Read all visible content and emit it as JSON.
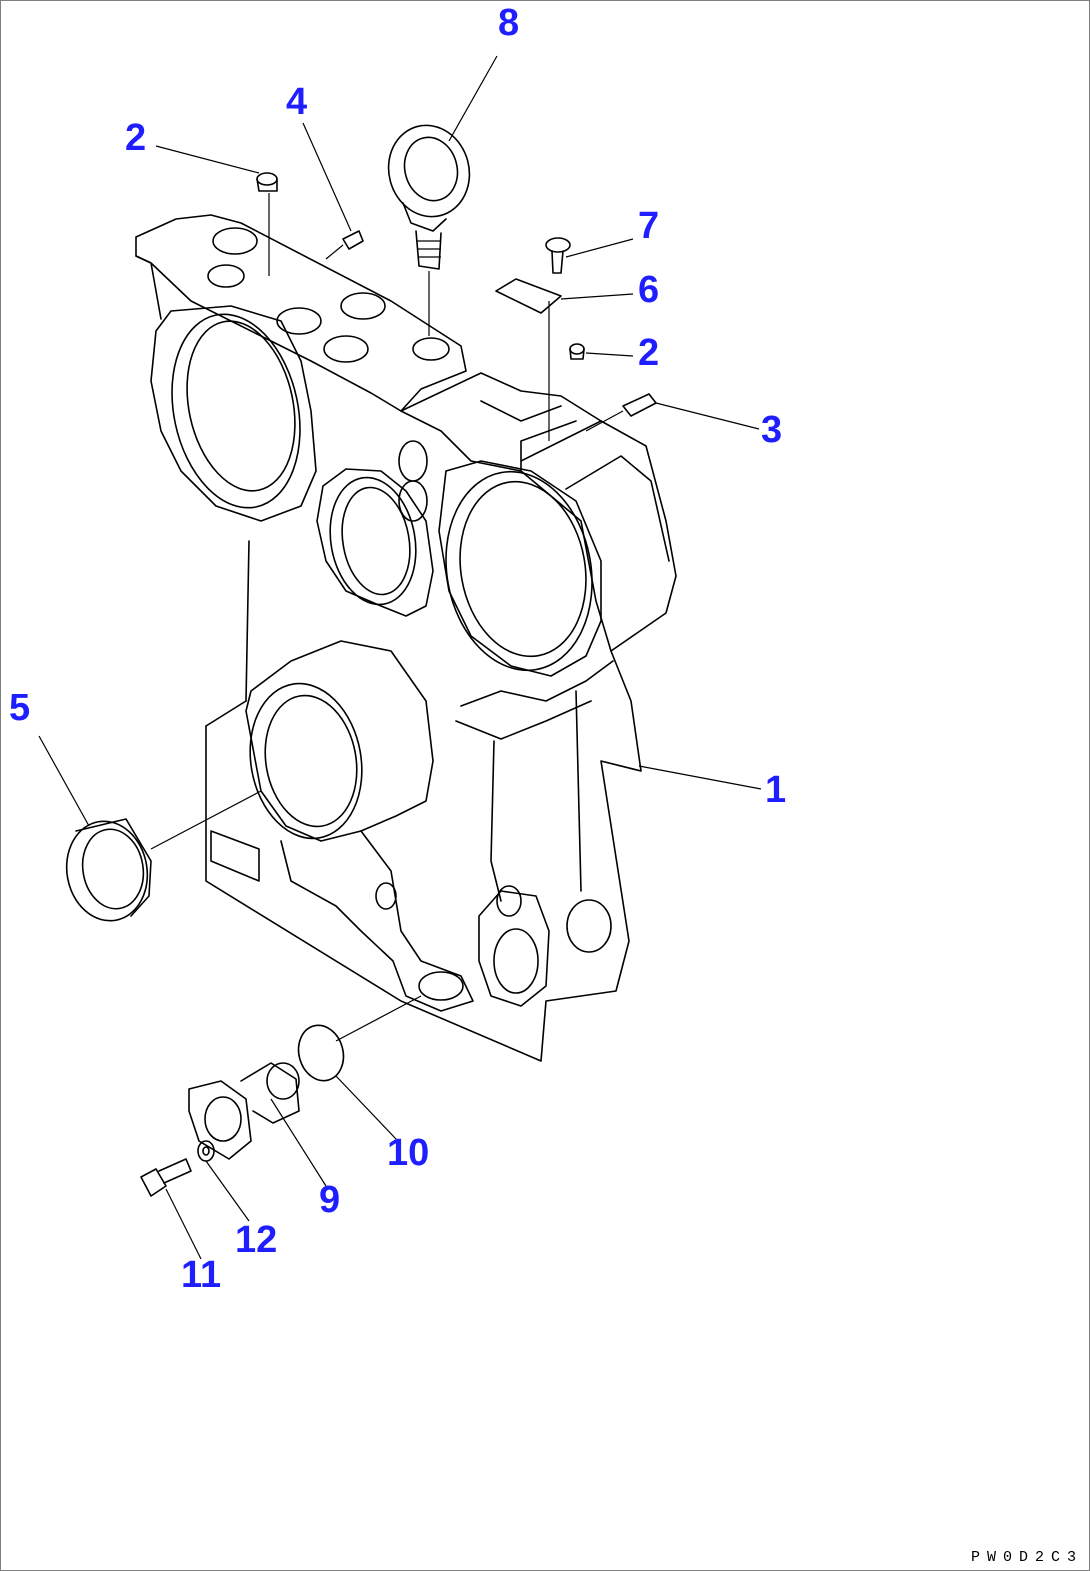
{
  "callouts": [
    {
      "id": "part-1",
      "label": "1"
    },
    {
      "id": "part-2a",
      "label": "2"
    },
    {
      "id": "part-2b",
      "label": "2"
    },
    {
      "id": "part-3",
      "label": "3"
    },
    {
      "id": "part-4",
      "label": "4"
    },
    {
      "id": "part-5",
      "label": "5"
    },
    {
      "id": "part-6",
      "label": "6"
    },
    {
      "id": "part-7",
      "label": "7"
    },
    {
      "id": "part-8",
      "label": "8"
    },
    {
      "id": "part-9",
      "label": "9"
    },
    {
      "id": "part-10",
      "label": "10"
    },
    {
      "id": "part-11",
      "label": "11"
    },
    {
      "id": "part-12",
      "label": "12"
    }
  ],
  "drawing_code": "PW0D2C3",
  "colors": {
    "callout": "#1e1eff",
    "line": "#000000",
    "border": "#7f7f7f"
  }
}
